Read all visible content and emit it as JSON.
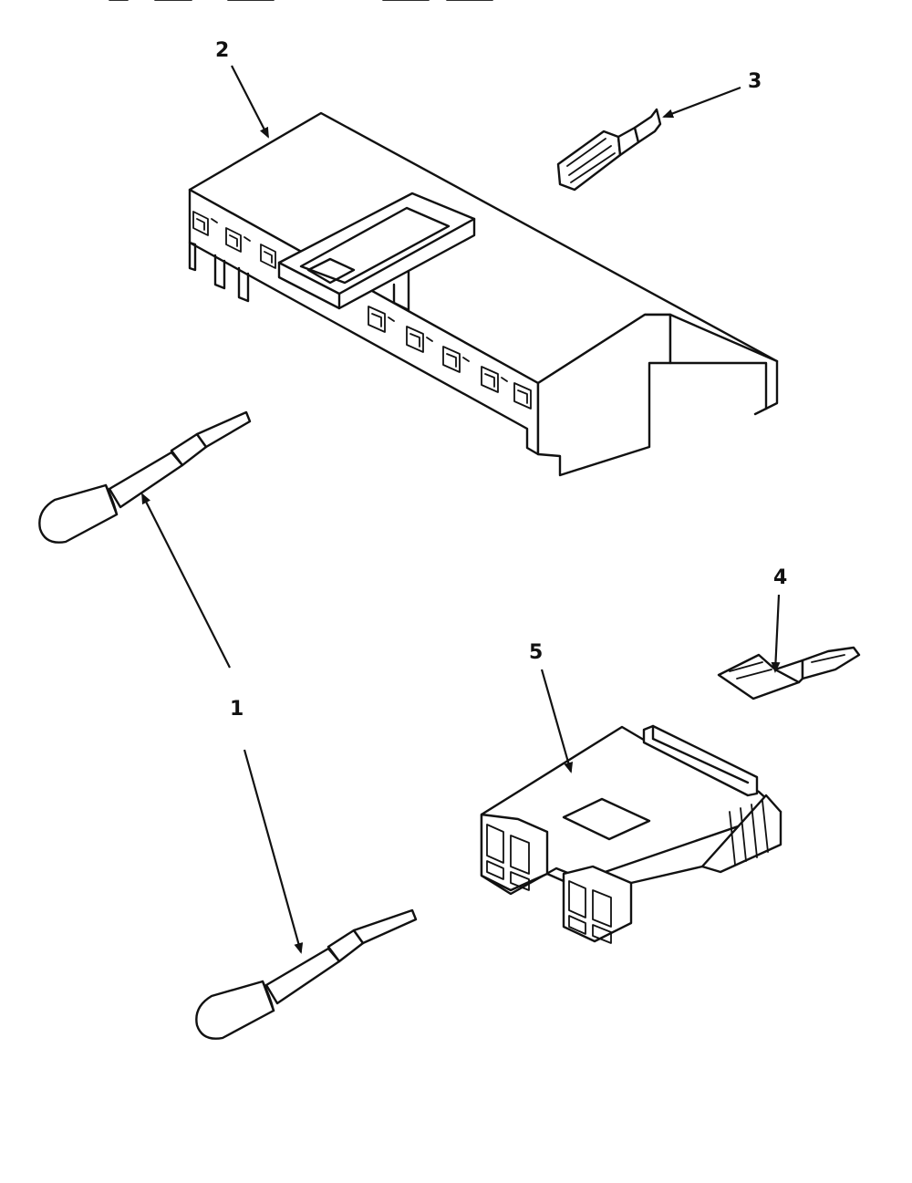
{
  "callouts": {
    "p1": "1",
    "p2": "2",
    "p3": "3",
    "p4": "4",
    "p5": "5"
  }
}
